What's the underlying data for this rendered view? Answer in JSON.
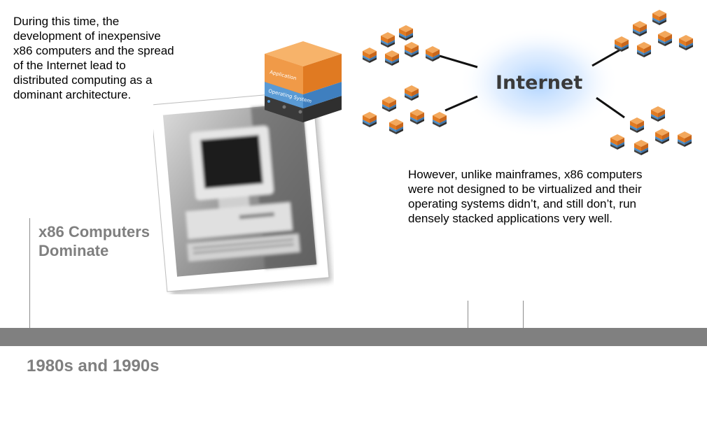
{
  "intro_text": "During this time, the development of inexpensive x86 computers and the spread of the Internet lead to distributed computing as a dominant architecture.",
  "note_text": "However, unlike mainframes, x86 computers were not designed to be virtualized and their operating systems didn’t, and still don’t, run densely stacked applications very well.",
  "era": {
    "title_line1": "x86 Computers",
    "title_line2": "Dominate"
  },
  "timeline": {
    "decade_label": "1980s and 1990s"
  },
  "server_stack": {
    "layer_top": "Application",
    "layer_mid": "Operating System"
  },
  "network": {
    "center_label": "Internet"
  },
  "colors": {
    "orange": "#e8822a",
    "blue": "#4a8cc8",
    "timeline_bar": "#808080",
    "heading_gray": "#7f7f7f"
  }
}
